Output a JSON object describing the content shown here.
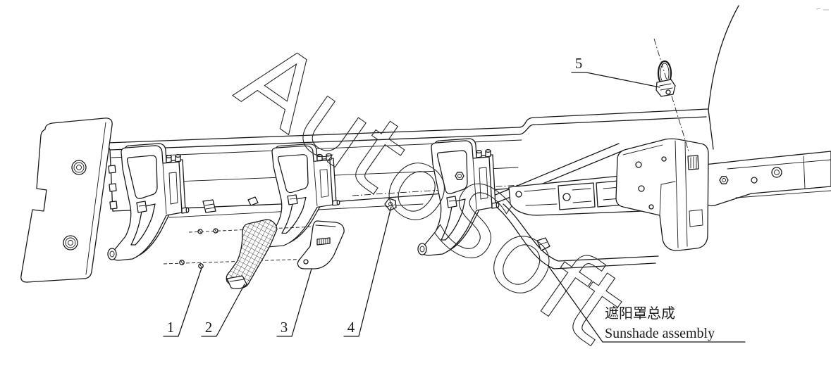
{
  "diagram": {
    "watermark": "AutoSoft",
    "callouts": [
      "1",
      "2",
      "3",
      "4",
      "5"
    ],
    "assembly_label_zh": "遮阳罩总成",
    "assembly_label_en": "Sunshade assembly"
  },
  "colors": {
    "line": "#1a1a1a",
    "background": "#ffffff"
  }
}
